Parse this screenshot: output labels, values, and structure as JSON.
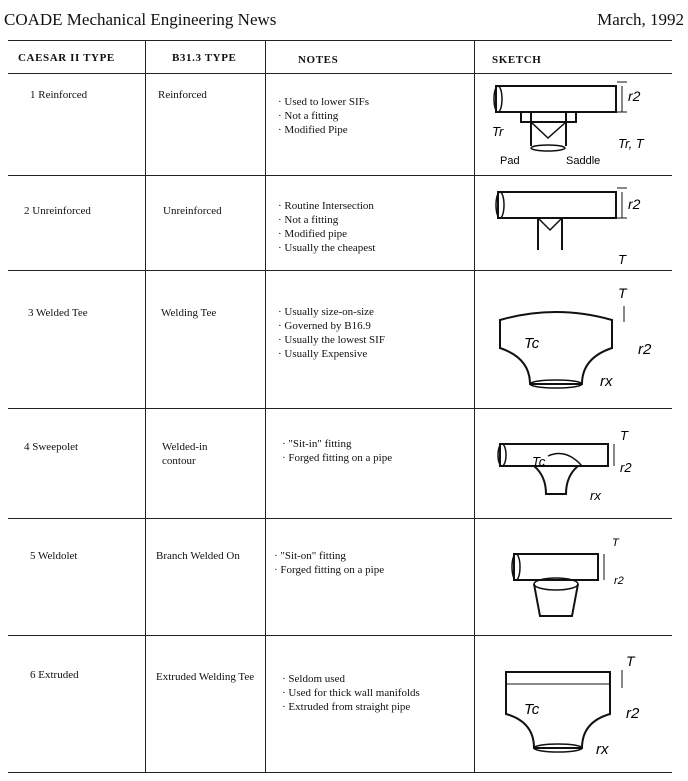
{
  "header": {
    "title": "COADE Mechanical Engineering News",
    "date": "March, 1992"
  },
  "columns": [
    "CAESAR II TYPE",
    "B31.3 TYPE",
    "NOTES",
    "SKETCH"
  ],
  "rows": [
    {
      "caesar": "1 Reinforced",
      "b313": "Reinforced",
      "notes": [
        "Used to lower SIFs",
        "Not a fitting",
        "Modified Pipe"
      ],
      "sketch_labels": [
        "r2",
        "Tr",
        "Pad",
        "Saddle",
        "Tr, T"
      ]
    },
    {
      "caesar": "2 Unreinforced",
      "b313": "Unreinforced",
      "notes": [
        "Routine Intersection",
        "Not a fitting",
        "Modified pipe",
        "Usually the cheapest"
      ],
      "sketch_labels": [
        "r2",
        "T"
      ]
    },
    {
      "caesar": "3 Welded Tee",
      "b313": "Welding Tee",
      "notes": [
        "Usually size-on-size",
        "Governed by B16.9",
        "Usually the lowest SIF",
        "Usually Expensive"
      ],
      "sketch_labels": [
        "T",
        "Tc",
        "r2",
        "rx"
      ]
    },
    {
      "caesar": "4 Sweepolet",
      "b313": "Welded-in contour",
      "notes": [
        "\"Sit-in\" fitting",
        "Forged fitting on a pipe"
      ],
      "sketch_labels": [
        "T",
        "Tc",
        "r2",
        "rx"
      ]
    },
    {
      "caesar": "5 Weldolet",
      "b313": "Branch Welded On",
      "notes": [
        "\"Sit-on\" fitting",
        "Forged fitting on a pipe"
      ],
      "sketch_labels": [
        "T",
        "r2"
      ]
    },
    {
      "caesar": "6 Extruded",
      "b313": "Extruded Welding Tee",
      "notes": [
        "Seldom used",
        "Used for thick wall manifolds",
        "Extruded from straight pipe"
      ],
      "sketch_labels": [
        "T",
        "Tc",
        "r2",
        "rx"
      ]
    }
  ]
}
